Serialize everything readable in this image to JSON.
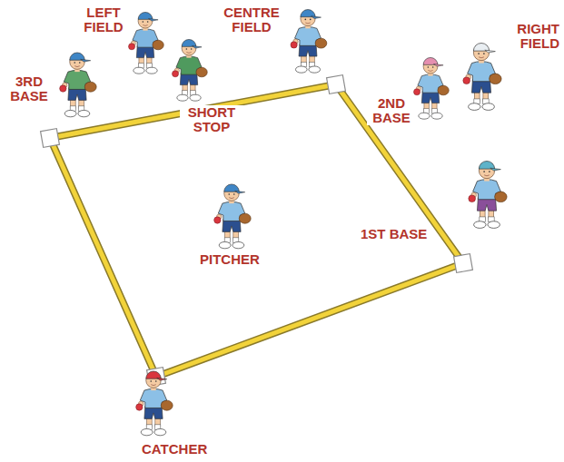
{
  "diagram": {
    "labels": [
      "LEFT FIELD",
      "CENTRE FIELD",
      "RIGHT FIELD",
      "3RD BASE",
      "SHORT STOP",
      "2ND BASE",
      "1ST BASE",
      "PITCHER",
      "CATCHER"
    ]
  }
}
